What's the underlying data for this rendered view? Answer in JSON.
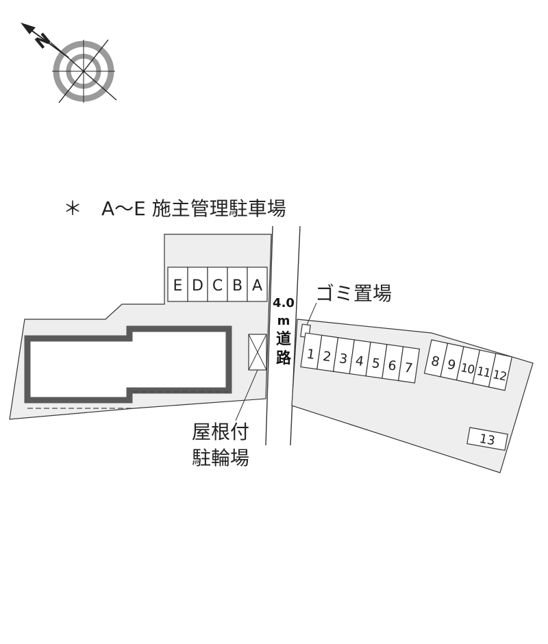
{
  "note": "＊　A〜E 施主管理駐車場",
  "compass_letter": "N",
  "road": {
    "width": "4.0",
    "unit": "m",
    "name_1": "道",
    "name_2": "路"
  },
  "garbage_label": "ゴミ置場",
  "bicycle_label": {
    "line1": "屋根付",
    "line2": "駐輪場"
  },
  "owner_spaces": [
    "E",
    "D",
    "C",
    "B",
    "A"
  ],
  "spaces_row1": [
    "1",
    "2",
    "3",
    "4",
    "5",
    "6",
    "7"
  ],
  "spaces_row2": [
    "8",
    "9",
    "10",
    "11",
    "12"
  ],
  "space_13": "13",
  "colors": {
    "lot": "#eeeeee",
    "building_outline": "#5a5a5a",
    "line": "#333333",
    "compass_gray": "#9a9a9a"
  }
}
